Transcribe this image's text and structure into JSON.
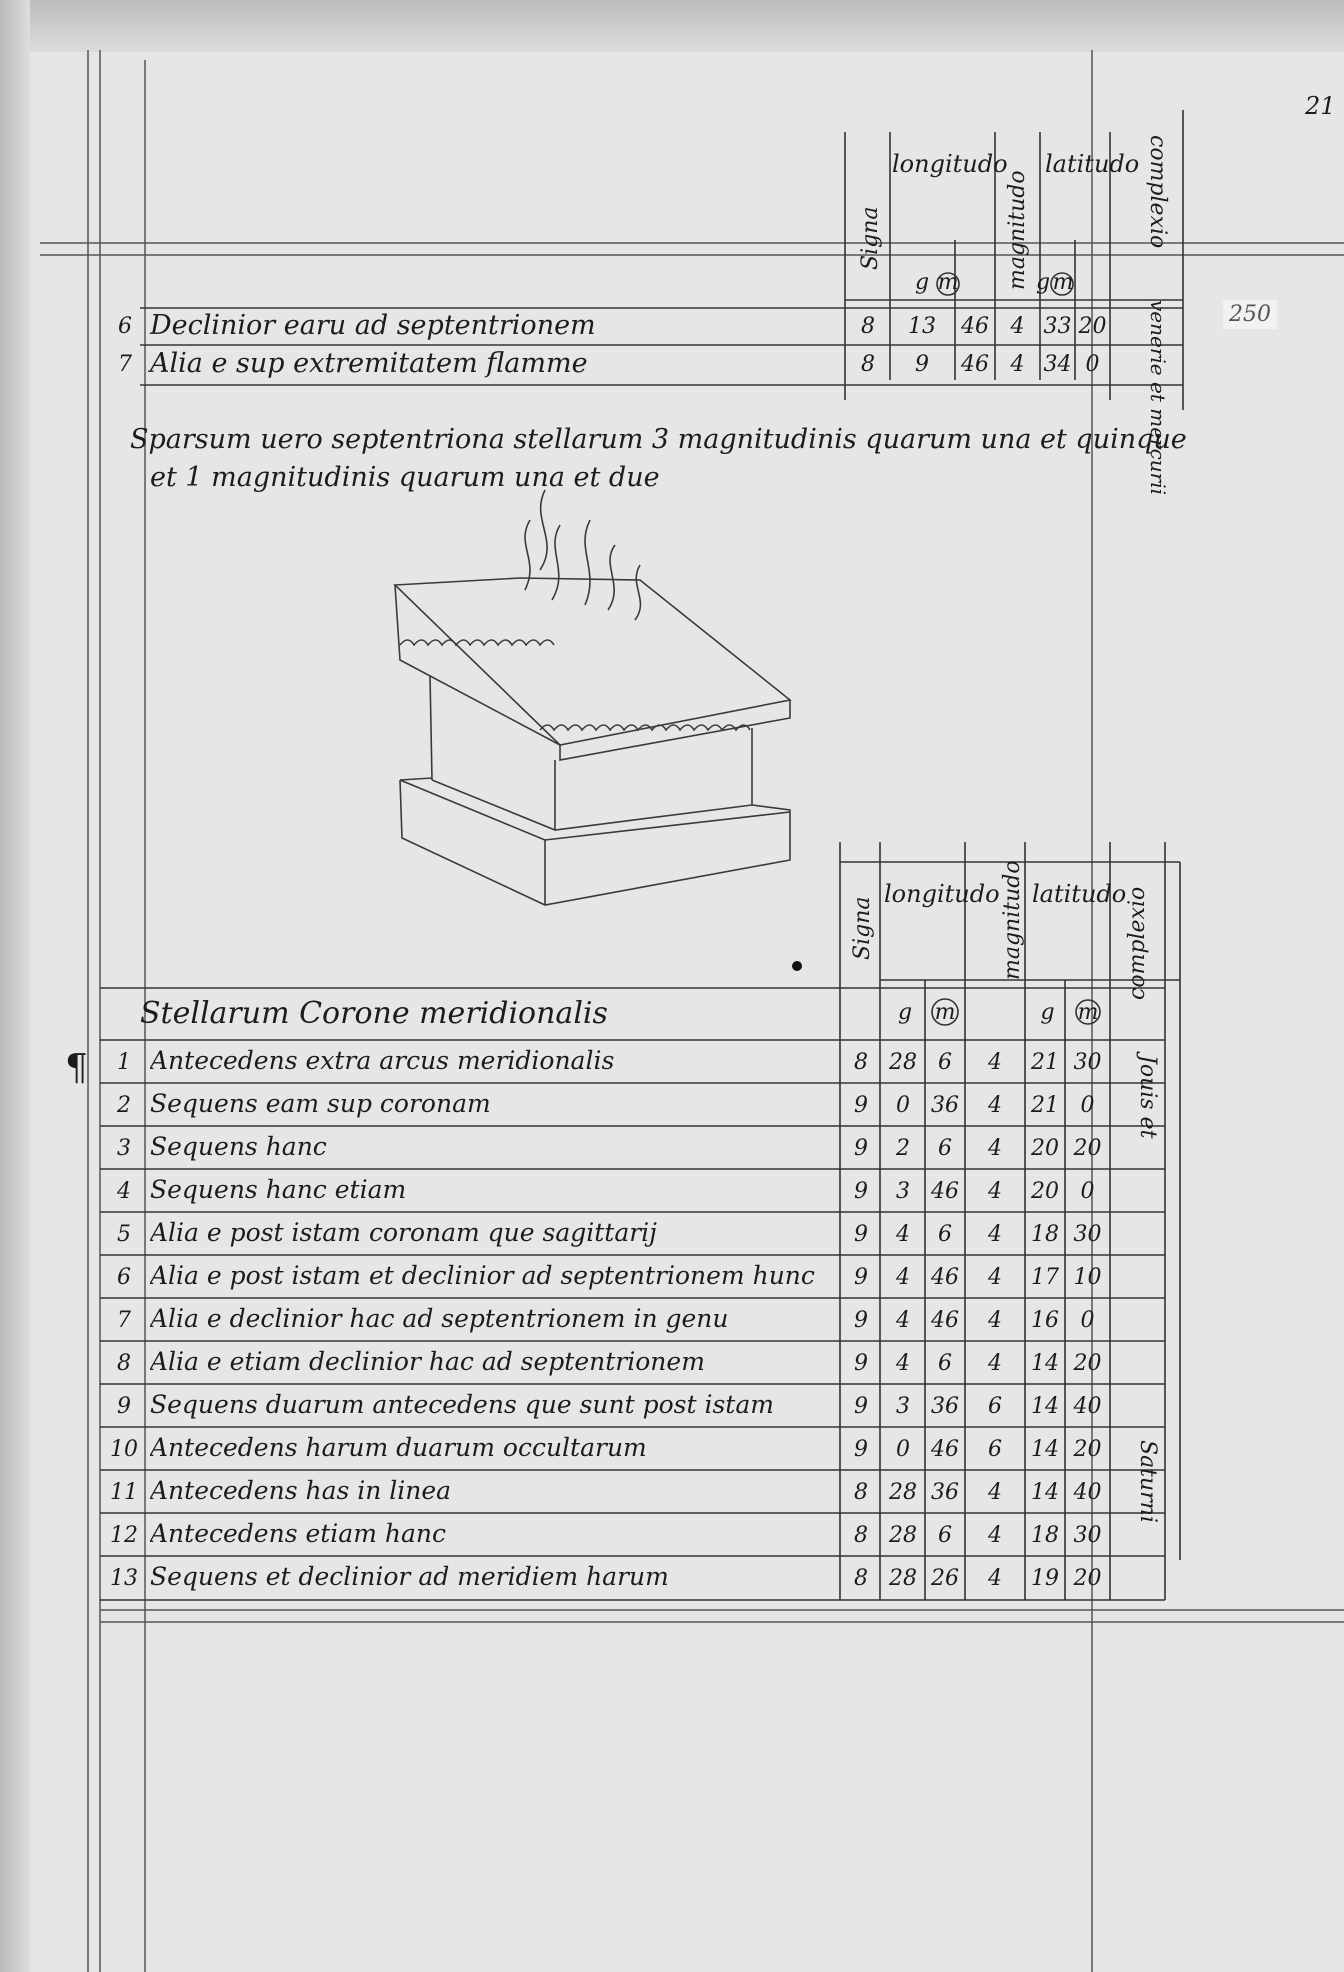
{
  "folio_number": "21",
  "pencil_number": "250",
  "table1": {
    "headers": {
      "signa": "Signa",
      "longitudo": "longitudo",
      "magnitudo": "magnitudo",
      "latitudo": "latitudo",
      "complexio": "complexio"
    },
    "subheaders": {
      "g1": "g",
      "m1": "m",
      "g2": "g",
      "m2": "m"
    },
    "rows": [
      {
        "idx": "6",
        "text": "Declinior earu ad septentrionem",
        "signa": "8",
        "g": "13",
        "m": "46",
        "mag": "4",
        "lg": "33",
        "lm": "20"
      },
      {
        "idx": "7",
        "text": "Alia e sup extremitatem flamme",
        "signa": "8",
        "g": "9",
        "m": "46",
        "mag": "4",
        "lg": "34",
        "lm": "0"
      }
    ],
    "side_note": "venerie et mercurii"
  },
  "note_lines": [
    "Sparsum uero septentriona stellarum 3 magnitudinis quarum una et quinque",
    "et 1 magnitudinis quarum una et due"
  ],
  "table2": {
    "headers": {
      "signa": "Signa",
      "longitudo": "longitudo",
      "magnitudo": "magnitudo",
      "latitudo": "latitudo",
      "complexio": "complexio"
    },
    "title": "Stellarum Corone meridionalis",
    "subheaders": {
      "g1": "g",
      "m1": "m",
      "g2": "g",
      "m2": "m"
    },
    "rows": [
      {
        "idx": "1",
        "text": "Antecedens extra arcus meridionalis",
        "signa": "8",
        "g": "28",
        "m": "6",
        "mag": "4",
        "lg": "21",
        "lm": "30"
      },
      {
        "idx": "2",
        "text": "Sequens eam sup coronam",
        "signa": "9",
        "g": "0",
        "m": "36",
        "mag": "4",
        "lg": "21",
        "lm": "0"
      },
      {
        "idx": "3",
        "text": "Sequens hanc",
        "signa": "9",
        "g": "2",
        "m": "6",
        "mag": "4",
        "lg": "20",
        "lm": "20"
      },
      {
        "idx": "4",
        "text": "Sequens hanc etiam",
        "signa": "9",
        "g": "3",
        "m": "46",
        "mag": "4",
        "lg": "20",
        "lm": "0"
      },
      {
        "idx": "5",
        "text": "Alia e post istam coronam que sagittarij",
        "signa": "9",
        "g": "4",
        "m": "6",
        "mag": "4",
        "lg": "18",
        "lm": "30"
      },
      {
        "idx": "6",
        "text": "Alia e post istam et declinior ad septentrionem hunc",
        "signa": "9",
        "g": "4",
        "m": "46",
        "mag": "4",
        "lg": "17",
        "lm": "10"
      },
      {
        "idx": "7",
        "text": "Alia e declinior hac ad septentrionem in genu",
        "signa": "9",
        "g": "4",
        "m": "46",
        "mag": "4",
        "lg": "16",
        "lm": "0"
      },
      {
        "idx": "8",
        "text": "Alia e etiam declinior hac ad septentrionem",
        "signa": "9",
        "g": "4",
        "m": "6",
        "mag": "4",
        "lg": "14",
        "lm": "20"
      },
      {
        "idx": "9",
        "text": "Sequens duarum antecedens que sunt post istam",
        "signa": "9",
        "g": "3",
        "m": "36",
        "mag": "6",
        "lg": "14",
        "lm": "40"
      },
      {
        "idx": "10",
        "text": "Antecedens harum duarum occultarum",
        "signa": "9",
        "g": "0",
        "m": "46",
        "mag": "6",
        "lg": "14",
        "lm": "20"
      },
      {
        "idx": "11",
        "text": "Antecedens has in linea",
        "signa": "8",
        "g": "28",
        "m": "36",
        "mag": "4",
        "lg": "14",
        "lm": "40"
      },
      {
        "idx": "12",
        "text": "Antecedens etiam hanc",
        "signa": "8",
        "g": "28",
        "m": "6",
        "mag": "4",
        "lg": "18",
        "lm": "30"
      },
      {
        "idx": "13",
        "text": "Sequens et declinior ad meridiem harum",
        "signa": "8",
        "g": "28",
        "m": "26",
        "mag": "4",
        "lg": "19",
        "lm": "20"
      }
    ],
    "side_note_1": "Jouis et",
    "side_note_2": "Saturni"
  }
}
